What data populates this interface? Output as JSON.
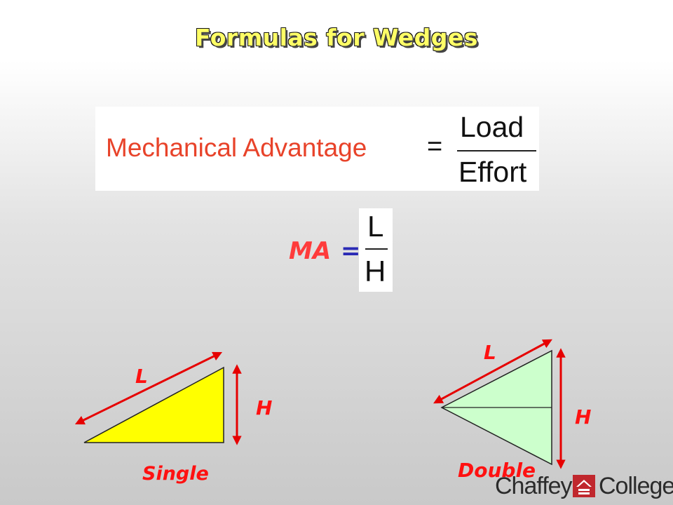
{
  "title": "Formulas for Wedges",
  "formula_box": {
    "lhs": "Mechanical Advantage",
    "equals": "=",
    "numerator": "Load",
    "denominator": "Effort"
  },
  "ma_formula": {
    "lhs": "MA",
    "equals": "=",
    "numerator": "L",
    "denominator": "H"
  },
  "single_wedge": {
    "length_label": "L",
    "height_label": "H",
    "caption": "Single",
    "fill": "#ffff00"
  },
  "double_wedge": {
    "length_label": "L",
    "height_label": "H",
    "caption": "Double",
    "fill": "#ccffcc"
  },
  "logo": {
    "left_text": "Chaffey",
    "right_text": "College",
    "icon": "house-icon",
    "accent": "#c0272d"
  },
  "colors": {
    "title_fill": "#ffff66",
    "formula_lhs": "#e8432a",
    "label_red": "#ff1111",
    "arrow_red": "#e60000"
  }
}
